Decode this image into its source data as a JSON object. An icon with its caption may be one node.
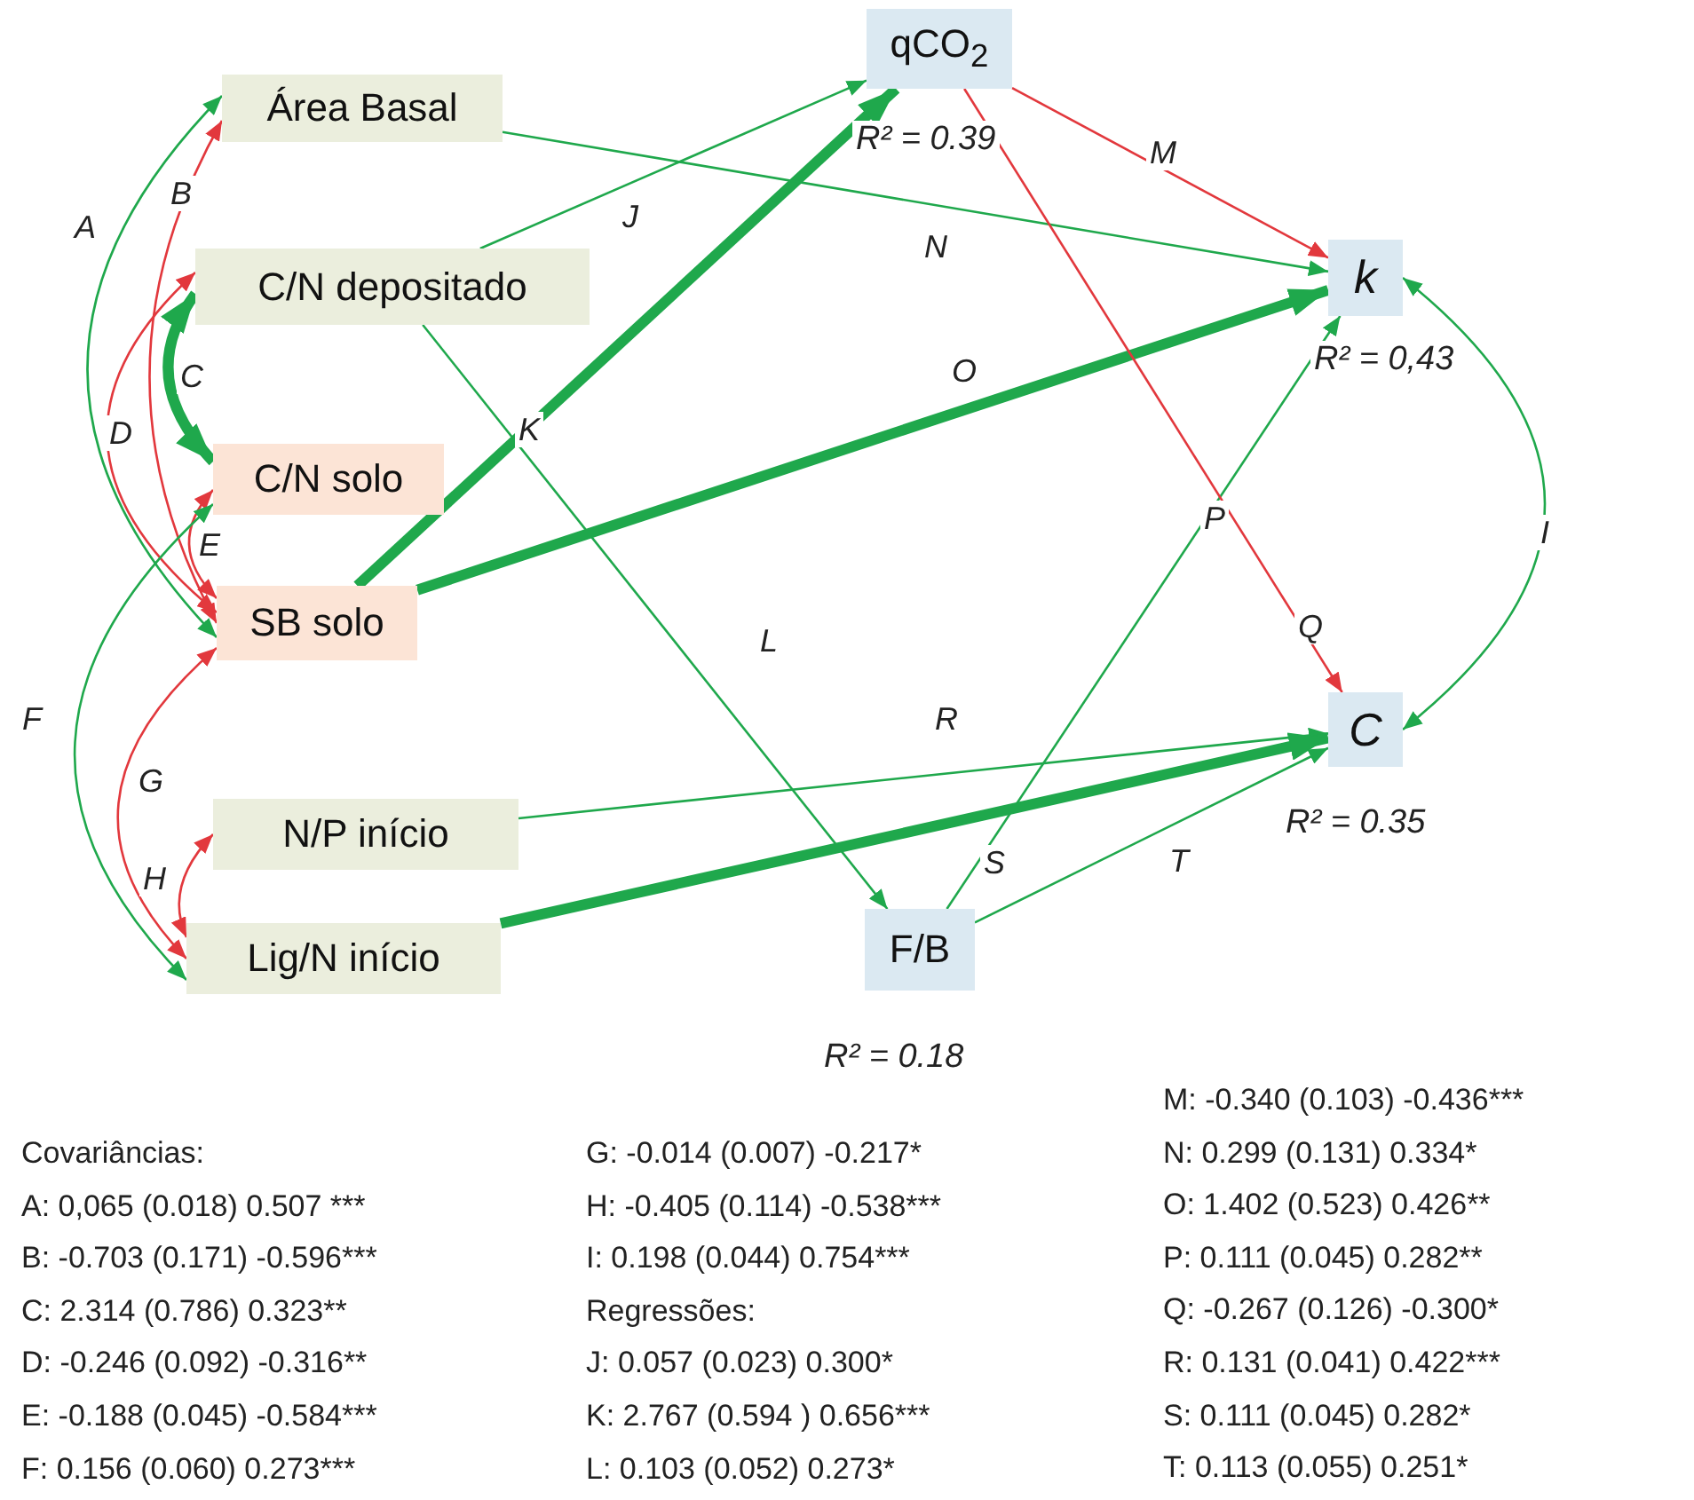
{
  "diagram": {
    "nodes": [
      {
        "text": [
          "Área Basal"
        ]
      },
      {
        "text": [
          "C/N depositado"
        ]
      },
      {
        "text": [
          "C/N solo"
        ]
      },
      {
        "text": [
          "SB solo"
        ]
      },
      {
        "text": [
          "N/P início"
        ]
      },
      {
        "text": [
          "Lig/N início"
        ]
      },
      {
        "text": [
          "qCO$_{2}$"
        ],
        "beside": [
          "R² = 0.39"
        ]
      },
      {
        "text": [
          "k"
        ],
        "beside": [
          "R² = 0,43"
        ]
      },
      {
        "text": [
          "C"
        ],
        "beside": [
          "R² = 0.35"
        ]
      },
      {
        "text": [
          "F/B"
        ],
        "beside": [
          "R² = 0.18"
        ]
      }
    ],
    "edges": [
      {
        "from": 3,
        "to": 0,
        "arrow": "both",
        "label": "A"
      },
      {
        "from": 3,
        "to": 0,
        "arrow": "both",
        "label": "B",
        "color": "#e2383d"
      },
      {
        "from": 1,
        "to": 2,
        "arrow": "both",
        "label": "C",
        "style": "thick"
      },
      {
        "from": 1,
        "to": 3,
        "arrow": "both",
        "label": "D",
        "color": "#e2383d"
      },
      {
        "from": 2,
        "to": 3,
        "arrow": "both",
        "label": "E",
        "color": "#e2383d"
      },
      {
        "from": 2,
        "to": 5,
        "arrow": "both",
        "label": "F"
      },
      {
        "from": 3,
        "to": 5,
        "arrow": "both",
        "label": "G",
        "color": "#e2383d"
      },
      {
        "from": 4,
        "to": 5,
        "arrow": "both",
        "label": "H",
        "color": "#e2383d"
      },
      {
        "from": 7,
        "to": 8,
        "arrow": "both",
        "label": "I"
      },
      {
        "from": 1,
        "to": 6,
        "arrow": "to",
        "label": "J"
      },
      {
        "from": 3,
        "to": 6,
        "arrow": "to",
        "label": "K",
        "style": "thick"
      },
      {
        "from": 1,
        "to": 9,
        "arrow": "to",
        "label": "L"
      },
      {
        "from": 6,
        "to": 7,
        "arrow": "to",
        "label": "M",
        "color": "#e2383d"
      },
      {
        "from": 0,
        "to": 7,
        "arrow": "to",
        "label": "N"
      },
      {
        "from": 3,
        "to": 7,
        "arrow": "to",
        "label": "O",
        "style": "thick"
      },
      {
        "from": 9,
        "to": 7,
        "arrow": "to",
        "label": "P"
      },
      {
        "from": 6,
        "to": 8,
        "arrow": "to",
        "label": "Q",
        "color": "#e2383d"
      },
      {
        "from": 4,
        "to": 8,
        "arrow": "to",
        "label": "R"
      },
      {
        "from": 5,
        "to": 8,
        "arrow": "to",
        "label": "S",
        "style": "thick"
      },
      {
        "from": 9,
        "to": 8,
        "arrow": "to",
        "label": "T"
      }
    ],
    "labels": [
      "Covariâncias:",
      "A: 0,065 (0.018) 0.507 ***",
      "B: -0.703 (0.171) -0.596***",
      "C: 2.314 (0.786) 0.323**",
      "D: -0.246 (0.092) -0.316**",
      "E: -0.188 (0.045) -0.584***",
      "F: 0.156 (0.060) 0.273***",
      "G: -0.014 (0.007) -0.217*",
      "H: -0.405 (0.114) -0.538***",
      "I: 0.198 (0.044) 0.754***",
      "Regressões:",
      "J: 0.057 (0.023) 0.300*",
      "K: 2.767 (0.594 ) 0.656***",
      "L: 0.103 (0.052) 0.273*",
      "M: -0.340 (0.103) -0.436***",
      "N: 0.299 (0.131) 0.334*",
      "O: 1.402 (0.523) 0.426**",
      "P: 0.111 (0.045) 0.282**",
      "Q: -0.267 (0.126) -0.300*",
      "R: 0.131 (0.041) 0.422***",
      "S: 0.111 (0.045) 0.282*",
      "T: 0.113 (0.055) 0.251*"
    ]
  }
}
